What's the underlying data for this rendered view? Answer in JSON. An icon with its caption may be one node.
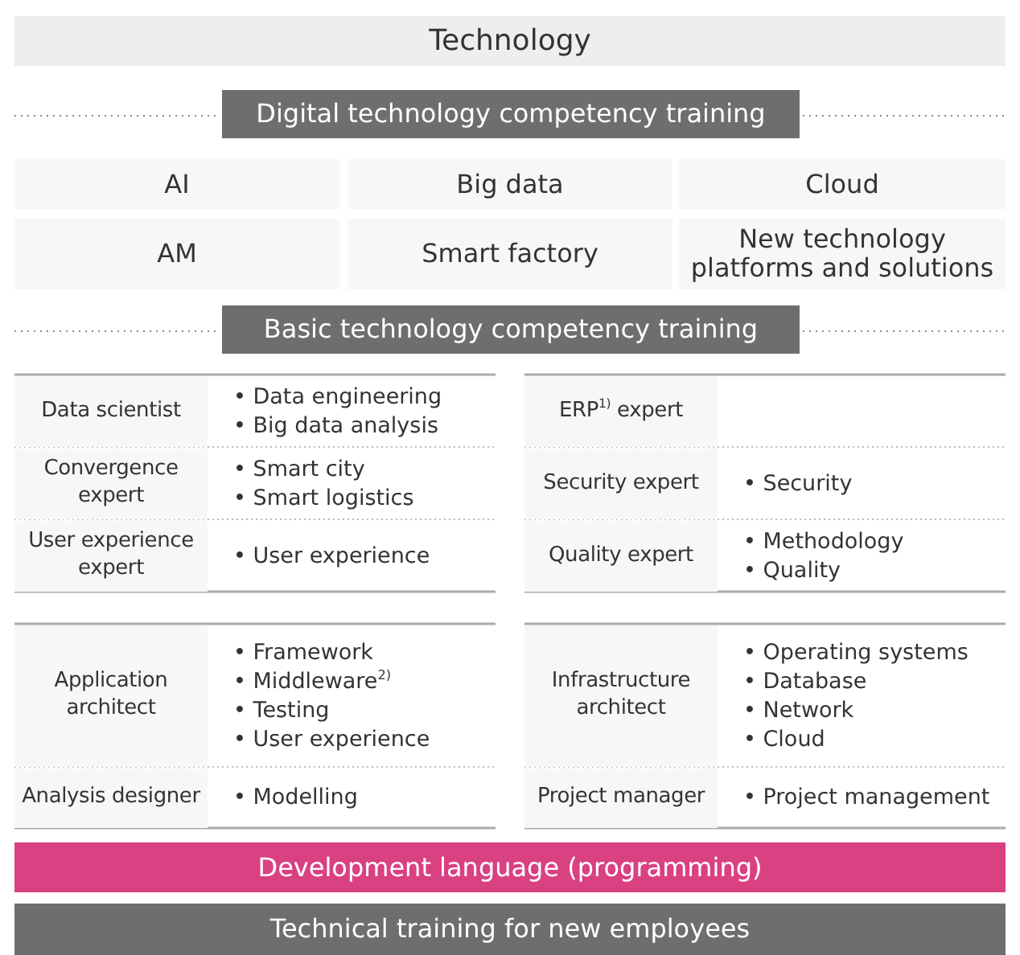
{
  "diagram": {
    "nodes": [
      {
        "text": [
          "Technology"
        ]
      },
      {
        "text": [
          "Digital technology competency training"
        ]
      },
      {
        "text": [
          "AI"
        ]
      },
      {
        "text": [
          "Big data"
        ]
      },
      {
        "text": [
          "Cloud"
        ]
      },
      {
        "text": [
          "AM"
        ]
      },
      {
        "text": [
          "Smart factory"
        ]
      },
      {
        "text": [
          "New technology platforms and solutions"
        ]
      },
      {
        "text": [
          "Basic technology competency training"
        ]
      },
      {
        "text": [
          "Development language (programming)"
        ]
      },
      {
        "text": [
          "Technical training for new employees"
        ]
      }
    ],
    "labels": [
      "Data scientist",
      "• Data engineering",
      "• Big data analysis",
      "ERP$^{1)}$ expert",
      "Convergence expert",
      "• Smart city",
      "• Smart logistics",
      "Security expert",
      "• Security",
      "User experience expert",
      "• User experience",
      "Quality expert",
      "• Methodology",
      "• Quality",
      "Application architect",
      "• Framework",
      "• Middleware$^{2)}$",
      "• Testing",
      "• User experience",
      "Infrastructure architect",
      "• Operating systems",
      "• Database",
      "• Network",
      "• Cloud",
      "Analysis designer",
      "• Modelling",
      "Project manager",
      "• Project management"
    ]
  }
}
